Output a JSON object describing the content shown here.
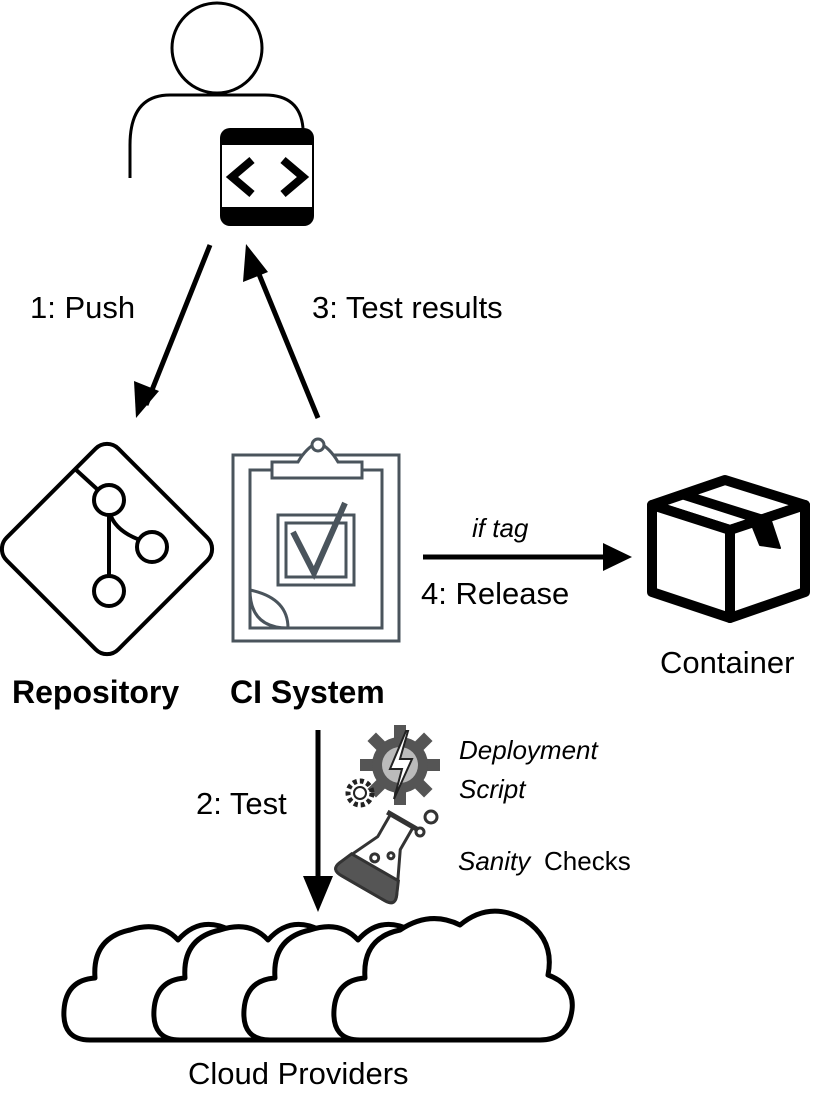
{
  "labels": {
    "push": "1: Push",
    "test_results": "3: Test results",
    "if_tag": "if tag",
    "release": "4: Release",
    "container": "Container",
    "repository": "Repository",
    "ci_system": "CI System",
    "test": "2: Test",
    "deployment_line1": "Deployment",
    "deployment_line2": "Script",
    "sanity_italic": "Sanity",
    "sanity_rest": " Checks",
    "cloud_providers": "Cloud Providers"
  },
  "icons": {
    "user": "developer-user-icon",
    "code": "code-brackets-icon",
    "repository": "git-repository-icon",
    "ci": "clipboard-checkmark-icon",
    "container": "package-box-icon",
    "deploy": "gears-lightning-icon",
    "sanity": "flask-icon",
    "cloud": "cloud-cluster-icon"
  },
  "colors": {
    "stroke": "#000000",
    "ci_gray": "#4a545c",
    "gear_gray": "#555555",
    "gear_light": "#999999"
  }
}
